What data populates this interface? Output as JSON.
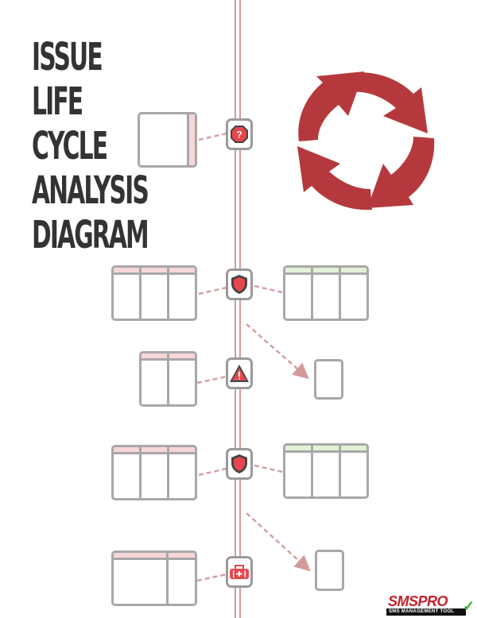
{
  "title": {
    "lines": [
      "ISSUE",
      "LIFE",
      "CYCLE",
      "ANALYSIS",
      "DIAGRAM"
    ]
  },
  "colors": {
    "title": "#333333",
    "accent_red": "#b5393c",
    "icon_red": "#e8464e",
    "spine": "#d49a9a",
    "box_border": "#a8a8a8",
    "header_pink": "#f7d6d8",
    "header_green": "#e2f2d6"
  },
  "cycle_icon": {
    "name": "circular-arrows-icon",
    "arrows": 4
  },
  "timeline": {
    "nodes": [
      {
        "id": "question",
        "icon": "question-octagon-icon",
        "glyph": "?"
      },
      {
        "id": "shield-1",
        "icon": "shield-icon"
      },
      {
        "id": "warning",
        "icon": "warning-triangle-icon",
        "glyph": "!"
      },
      {
        "id": "shield-2",
        "icon": "shield-icon"
      },
      {
        "id": "first-aid",
        "icon": "first-aid-kit-icon",
        "glyph": "+"
      }
    ]
  },
  "logo": {
    "brand": "SMSPRO",
    "tagline": "SMS MANAGEMENT TOOL",
    "check": "✓"
  }
}
